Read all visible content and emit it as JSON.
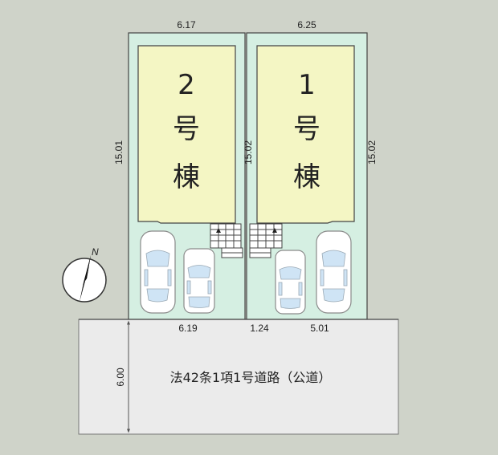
{
  "lots": {
    "left": {
      "number": "2",
      "char1": "号",
      "char2": "棟",
      "depth_label": "15.01",
      "width_label": "6.17"
    },
    "right": {
      "number": "1",
      "char1": "号",
      "char2": "棟",
      "depth_label": "15.02",
      "width_label": "6.25"
    },
    "shared_depth_label": "15.02"
  },
  "frontage": {
    "left": "6.19",
    "gap": "1.24",
    "right": "5.01"
  },
  "road": {
    "width_label": "6.00",
    "description": "法42条1項1号道路（公道）"
  },
  "compass": {
    "north_label": "N"
  },
  "colors": {
    "background": "#cfd3c9",
    "lot_fill": "#d5efe2",
    "building_fill": "#f4f6c4",
    "road_fill": "#ebebeb",
    "outline": "#444444"
  }
}
